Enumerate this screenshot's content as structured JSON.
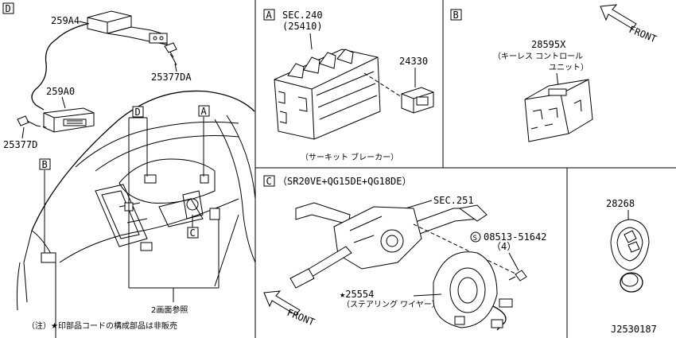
{
  "sections": {
    "D": {
      "letter": "D",
      "parts": [
        "259A4",
        "259A0",
        "25377DA",
        "25377D"
      ]
    },
    "A": {
      "letter": "A",
      "sec_ref": "SEC.240",
      "sec_sub": "(25410)",
      "part": "24330",
      "caption": "（サーキット ブレーカー）"
    },
    "B": {
      "letter": "B",
      "part": "28595X",
      "name_line1": "（キーレス コントロール",
      "name_line2": "ユニット）",
      "front": "FRONT"
    },
    "C": {
      "letter": "C",
      "models": "（SR20VE+QG15DE+QG18DE）",
      "sec_ref": "SEC.251",
      "bolt_symbol": "S",
      "bolt_part": "08513-51642",
      "bolt_qty": "（4）",
      "wire_part": "★25554",
      "wire_name": "（ステアリング ワイヤー）",
      "front": "FRONT"
    },
    "key": {
      "part": "28268"
    }
  },
  "dashboard": {
    "labels": [
      "D",
      "A",
      "B",
      "C"
    ],
    "ref_note": "2画面参照"
  },
  "note": "（注）★印部品コードの構成部品は非販売",
  "diagram_code": "J2530187"
}
